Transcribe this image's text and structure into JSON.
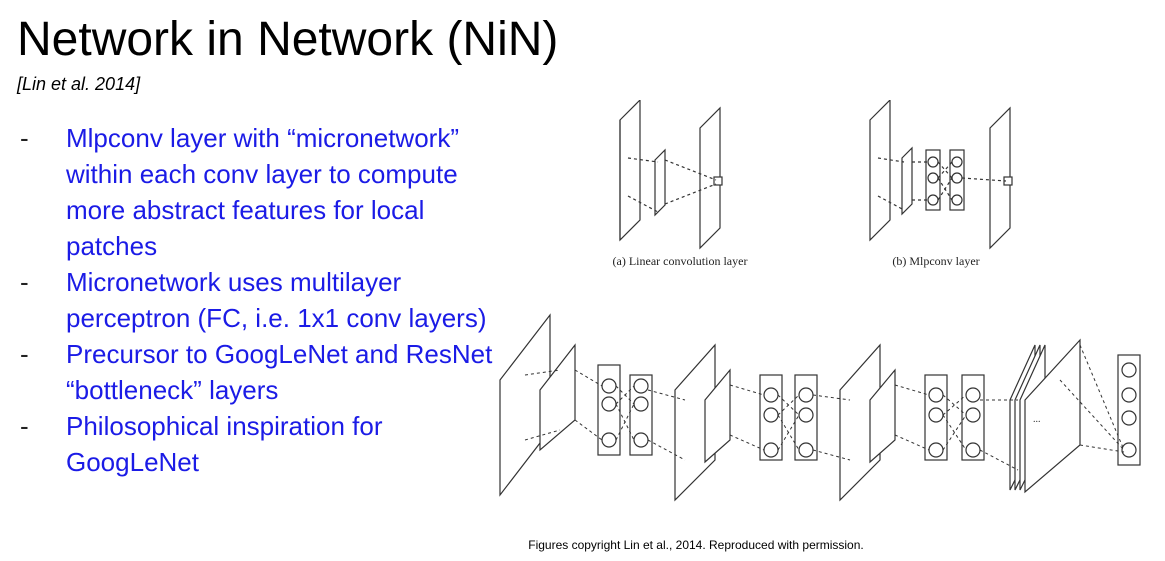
{
  "slide": {
    "title": "Network in Network (NiN)",
    "citation": "[Lin et al. 2014]",
    "bullets": [
      "Mlpconv layer with “micronetwork” within each conv layer to compute more abstract features for local patches",
      "Micronetwork uses multilayer perceptron (FC, i.e. 1x1 conv layers)",
      "Precursor to GoogLeNet and ResNet “bottleneck” layers",
      "Philosophical inspiration for GoogLeNet"
    ],
    "bullet_marker": "-"
  },
  "figure": {
    "caption_a": "(a) Linear convolution layer",
    "caption_b": "(b) Mlpconv layer",
    "copyright": "Figures copyright Lin et al., 2014. Reproduced with permission."
  }
}
